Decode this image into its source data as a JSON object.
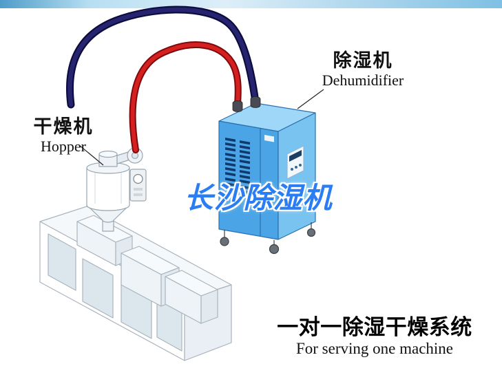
{
  "labels": {
    "hopper": {
      "cn": "干燥机",
      "en": "Hopper"
    },
    "dehumidifier": {
      "cn": "除湿机",
      "en": "Dehumidifier"
    },
    "watermark": "长沙除湿机",
    "system": {
      "cn": "一对一除湿干燥系统",
      "en": "For serving one machine"
    }
  },
  "colors": {
    "hot_pipe_red": "#d42020",
    "cold_pipe_navy": "#201d66",
    "dehumidifier_blue": "#4aa4e6",
    "watermark_blue": "#2a7df2",
    "banner_blue": "#8fc8e8"
  }
}
